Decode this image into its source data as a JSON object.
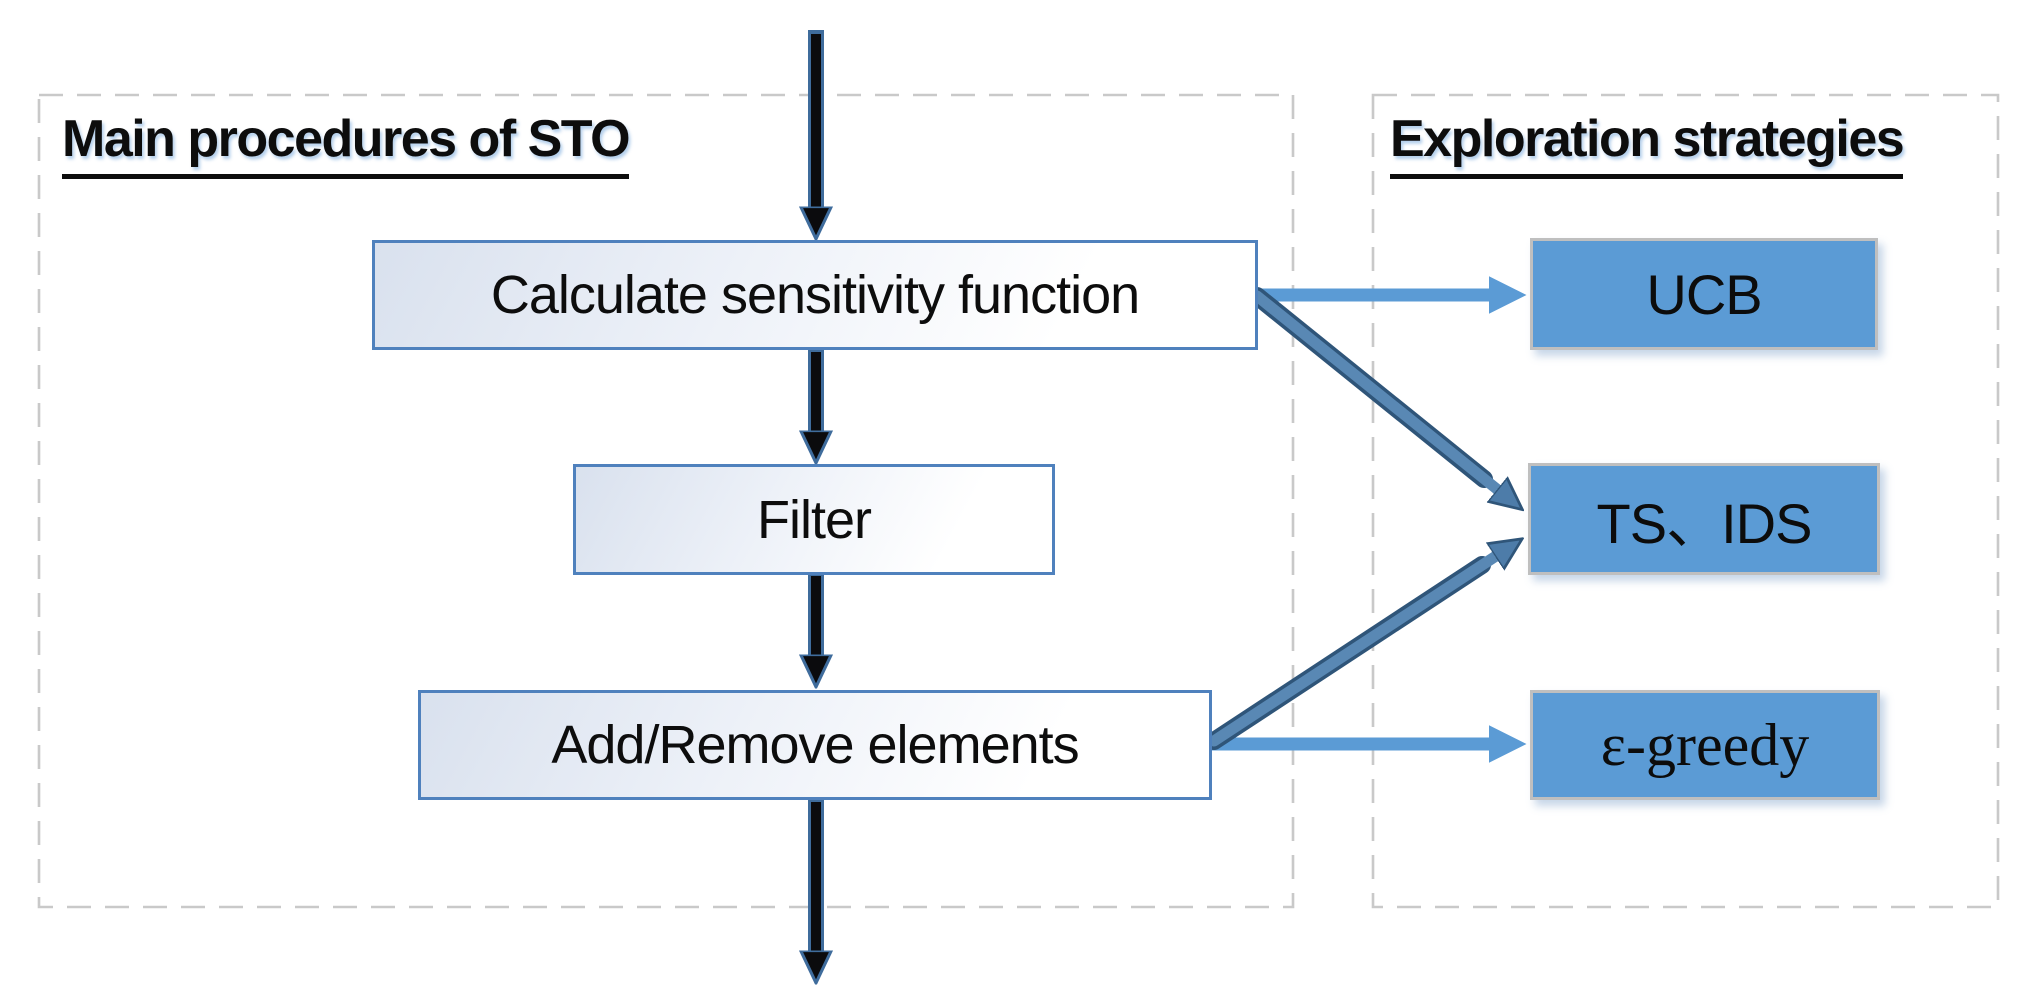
{
  "diagram": {
    "background": "#ffffff",
    "left_panel": {
      "title": "Main procedures of STO",
      "steps": [
        {
          "label": "Calculate sensitivity function"
        },
        {
          "label": "Filter"
        },
        {
          "label": "Add/Remove elements"
        }
      ]
    },
    "right_panel": {
      "title": "Exploration strategies",
      "strategies": [
        {
          "label": "UCB"
        },
        {
          "label": "TS、IDS"
        },
        {
          "label": "ε-greedy"
        }
      ]
    },
    "edges": [
      {
        "from": "start",
        "to": "Calculate sensitivity function",
        "style": "black-vertical-arrow"
      },
      {
        "from": "Calculate sensitivity function",
        "to": "Filter",
        "style": "black-vertical-arrow"
      },
      {
        "from": "Filter",
        "to": "Add/Remove elements",
        "style": "black-vertical-arrow"
      },
      {
        "from": "Add/Remove elements",
        "to": "end",
        "style": "black-vertical-arrow"
      },
      {
        "from": "Calculate sensitivity function",
        "to": "UCB",
        "style": "light-blue-horizontal-arrow"
      },
      {
        "from": "Calculate sensitivity function",
        "to": "TS、IDS",
        "style": "steel-blue-diagonal-arrow"
      },
      {
        "from": "Add/Remove elements",
        "to": "TS、IDS",
        "style": "steel-blue-diagonal-arrow"
      },
      {
        "from": "Add/Remove elements",
        "to": "ε-greedy",
        "style": "light-blue-horizontal-arrow"
      }
    ],
    "colors": {
      "strategy_box_fill": "#5b9bd5",
      "strategy_box_border": "#bfbfbf",
      "process_box_border": "#4f81bd",
      "process_box_fill_tint": "#d9e1ee",
      "panel_dashed_border": "#c9c9c9",
      "black_arrow_fill": "#0b0b0d",
      "black_arrow_outline": "#3f6c9c",
      "light_arrow": "#5b9bd5",
      "steel_arrow_fill": "#4d7ca9",
      "steel_arrow_edge": "#2f5579",
      "text": "#0d0d0d"
    }
  }
}
